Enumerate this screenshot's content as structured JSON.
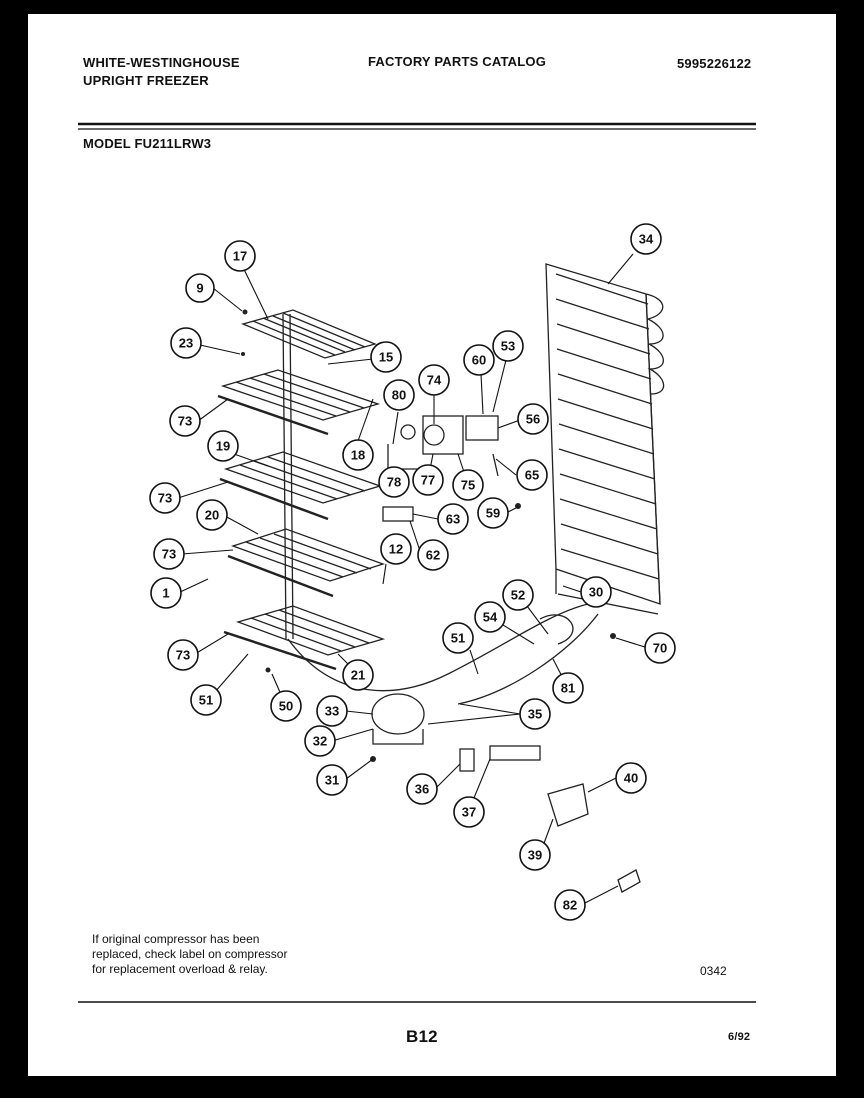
{
  "header": {
    "brand_line1": "WHITE-WESTINGHOUSE",
    "brand_line2": "UPRIGHT FREEZER",
    "catalog_title": "FACTORY PARTS CATALOG",
    "catalog_number": "5995226122",
    "model": "MODEL FU211LRW3"
  },
  "callouts": [
    "17",
    "9",
    "23",
    "15",
    "73",
    "18",
    "19",
    "73",
    "20",
    "73",
    "12",
    "1",
    "73",
    "21",
    "51",
    "50",
    "80",
    "74",
    "60",
    "53",
    "56",
    "78",
    "77",
    "75",
    "65",
    "63",
    "62",
    "59",
    "34",
    "30",
    "52",
    "54",
    "51",
    "70",
    "81",
    "35",
    "33",
    "32",
    "31",
    "36",
    "37",
    "40",
    "39",
    "82"
  ],
  "footer": {
    "note_lines": [
      "If original compressor has been",
      "replaced, check label on compressor",
      "for replacement overload & relay."
    ],
    "code": "0342",
    "page_id": "B12",
    "date": "6/92"
  }
}
